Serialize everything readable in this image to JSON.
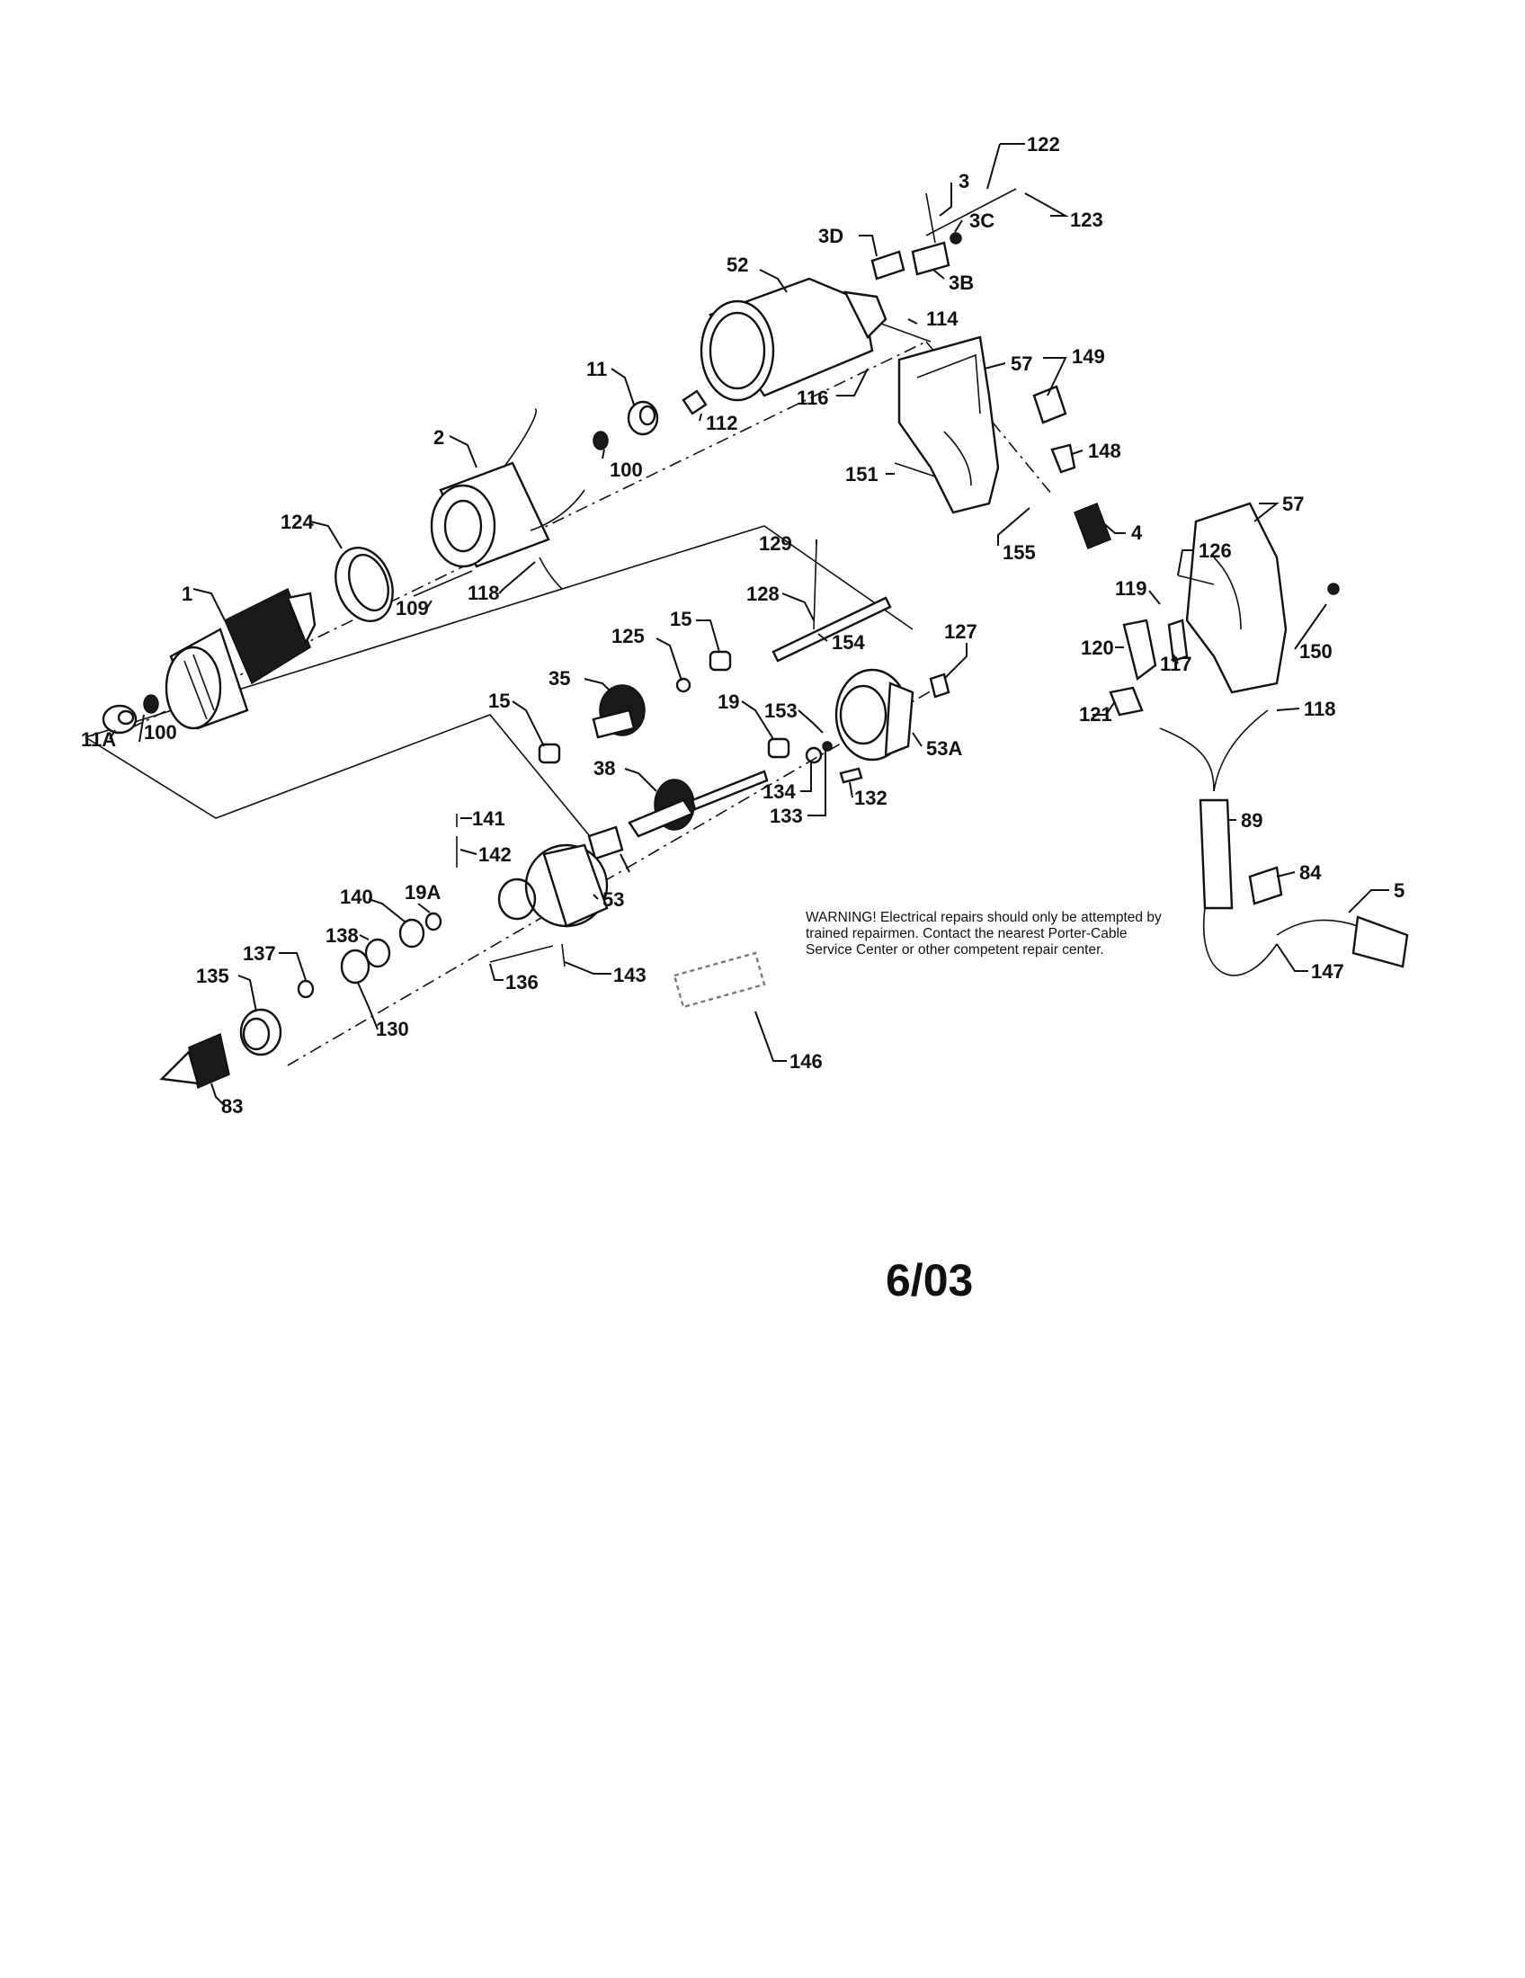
{
  "warning": "WARNING! Electrical repairs should only be attempted by trained repairmen. Contact the nearest Porter-Cable Service Center or other competent repair center.",
  "date_code": "6/03",
  "part_labels": [
    "122",
    "3",
    "123",
    "3D",
    "3C",
    "3B",
    "52",
    "114",
    "57",
    "149",
    "11",
    "112",
    "116",
    "2",
    "100",
    "148",
    "151",
    "155",
    "4",
    "57",
    "124",
    "126",
    "109",
    "118",
    "129",
    "119",
    "150",
    "1",
    "128",
    "15",
    "154",
    "125",
    "127",
    "120",
    "117",
    "35",
    "53A",
    "15",
    "19",
    "153",
    "121",
    "118",
    "100",
    "11A",
    "134",
    "133",
    "132",
    "38",
    "141",
    "89",
    "142",
    "84",
    "19A",
    "140",
    "53",
    "5",
    "138",
    "137",
    "136",
    "143",
    "147",
    "135",
    "130",
    "146",
    "83"
  ]
}
